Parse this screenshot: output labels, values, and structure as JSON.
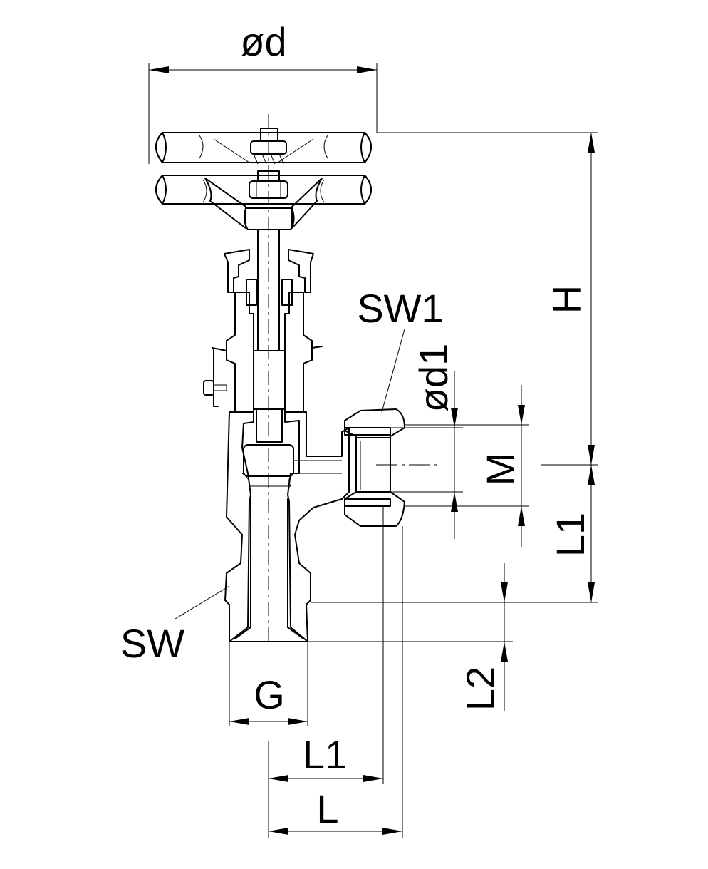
{
  "drawing": {
    "labels": {
      "od": "ød",
      "h": "H",
      "sw1": "SW1",
      "od1": "ød1",
      "m": "M",
      "l1_right": "L1",
      "sw": "SW",
      "g": "G",
      "l2": "L2",
      "l1_bottom": "L1",
      "l": "L"
    }
  }
}
